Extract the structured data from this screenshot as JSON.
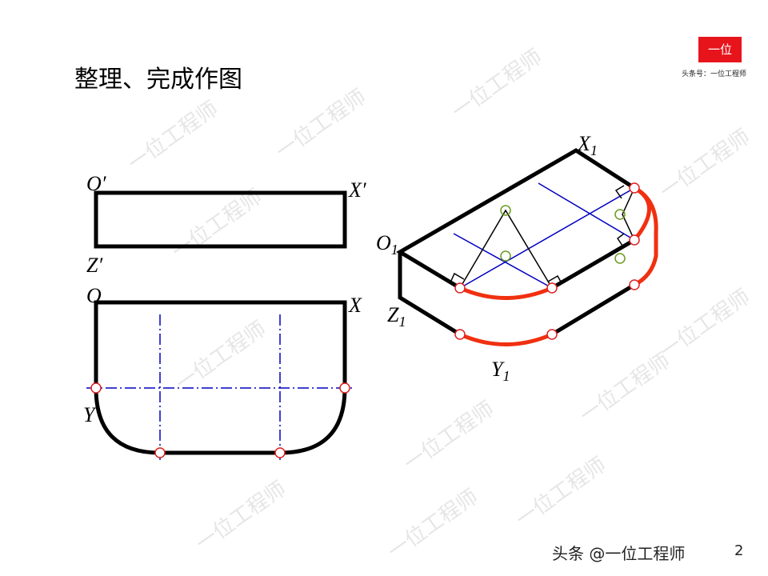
{
  "title": "整理、完成作图",
  "logo": {
    "text": "一位",
    "subtitle": "头条号：一位工程师",
    "color": "#e8141c"
  },
  "watermark": "一位工程师",
  "footer": {
    "text": "头条 @一位工程师",
    "page": "2"
  },
  "labels": {
    "o_prime": "O′",
    "x_prime": "X′",
    "z_prime": "Z′",
    "o": "O",
    "x": "X",
    "y": "Y",
    "o1": "O",
    "x1": "X",
    "y1": "Y",
    "z1": "Z",
    "sub1": "1"
  },
  "colors": {
    "outline": "#000000",
    "arc": "#f03010",
    "centerline": "#0000c0",
    "tangent_point": "#e02020",
    "center_point": "#6a9a20"
  }
}
